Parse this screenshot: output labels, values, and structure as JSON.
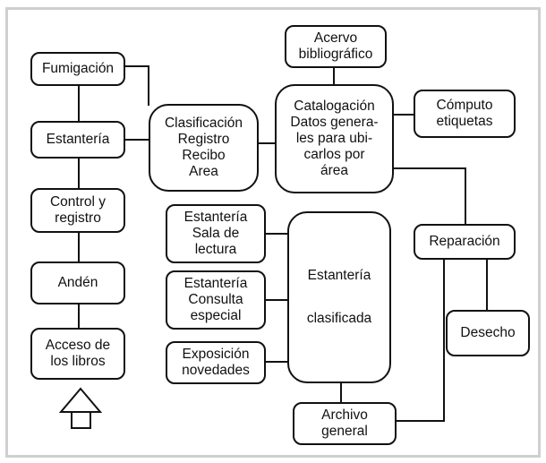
{
  "diagram": {
    "nodes": {
      "fumigacion": [
        "Fumigación"
      ],
      "estanteria": [
        "Estantería"
      ],
      "control": [
        "Control y",
        "registro"
      ],
      "anden": [
        "Andén"
      ],
      "acceso": [
        "Acceso de",
        "los libros"
      ],
      "clasificacion": [
        "Clasificación",
        "Registro",
        "Recibo",
        "Area"
      ],
      "acervo": [
        "Acervo",
        "bibliográfico"
      ],
      "catalogacion": [
        "Catalogación",
        "Datos genera-",
        "les para ubi-",
        "carlos por",
        "área"
      ],
      "computo": [
        "Cómputo",
        "etiquetas"
      ],
      "sala": [
        "Estantería",
        "Sala de",
        "lectura"
      ],
      "consulta": [
        "Estantería",
        "Consulta",
        "especial"
      ],
      "exposicion": [
        "Exposición",
        "novedades"
      ],
      "clasificada": [
        "Estantería",
        "clasificada"
      ],
      "reparacion": [
        "Reparación"
      ],
      "desecho": [
        "Desecho"
      ],
      "archivo": [
        "Archivo",
        "general"
      ]
    },
    "entrance_icon": "up-arrow-house-icon",
    "colors": {
      "line": "#111111",
      "frame": "#cfcfcf",
      "background": "#ffffff"
    }
  }
}
